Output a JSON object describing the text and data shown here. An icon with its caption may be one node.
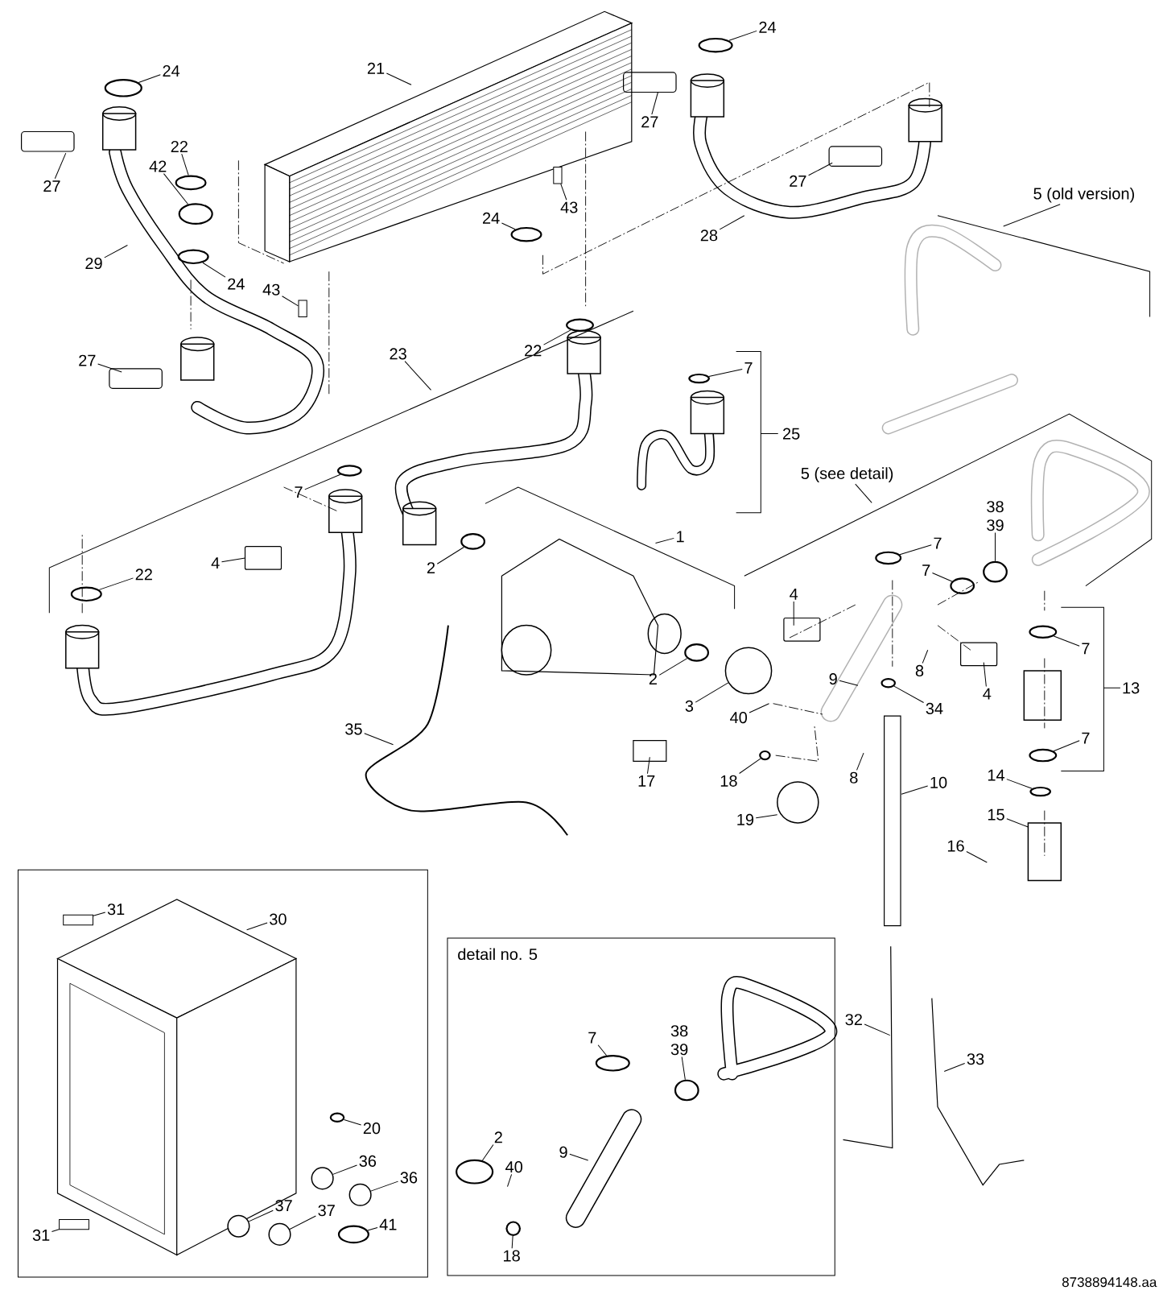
{
  "diagram": {
    "nodes": [
      {
        "text": [
          "24"
        ]
      },
      {
        "text": [
          "27"
        ]
      },
      {
        "text": [
          "22"
        ]
      },
      {
        "text": [
          "42"
        ]
      },
      {
        "text": [
          "29"
        ]
      },
      {
        "text": [
          "24"
        ]
      },
      {
        "text": [
          "21"
        ]
      },
      {
        "text": [
          "43"
        ]
      },
      {
        "text": [
          "24"
        ]
      },
      {
        "text": [
          "43"
        ]
      },
      {
        "text": [
          "27"
        ]
      },
      {
        "text": [
          "24"
        ]
      },
      {
        "text": [
          "27"
        ]
      },
      {
        "text": [
          "28"
        ]
      },
      {
        "text": [
          "5 (old version)"
        ]
      },
      {
        "text": [
          "27"
        ]
      },
      {
        "text": [
          "23"
        ]
      },
      {
        "text": [
          "22"
        ]
      },
      {
        "text": [
          "7"
        ]
      },
      {
        "text": [
          "25"
        ]
      },
      {
        "text": [
          "5 (see detail)"
        ]
      },
      {
        "text": [
          "7"
        ]
      },
      {
        "text": [
          "4"
        ]
      },
      {
        "text": [
          "22"
        ]
      },
      {
        "text": [
          "2"
        ]
      },
      {
        "text": [
          "1"
        ]
      },
      {
        "text": [
          "7"
        ]
      },
      {
        "text": [
          "7"
        ]
      },
      {
        "text": [
          "38 39"
        ]
      },
      {
        "text": [
          "4"
        ]
      },
      {
        "text": [
          "7"
        ]
      },
      {
        "text": [
          "2"
        ]
      },
      {
        "text": [
          "9"
        ]
      },
      {
        "text": [
          "8"
        ]
      },
      {
        "text": [
          "4"
        ]
      },
      {
        "text": [
          "34"
        ]
      },
      {
        "text": [
          "13"
        ]
      },
      {
        "text": [
          "3"
        ]
      },
      {
        "text": [
          "40"
        ]
      },
      {
        "text": [
          "35"
        ]
      },
      {
        "text": [
          "7"
        ]
      },
      {
        "text": [
          "17"
        ]
      },
      {
        "text": [
          "18"
        ]
      },
      {
        "text": [
          "8"
        ]
      },
      {
        "text": [
          "10"
        ]
      },
      {
        "text": [
          "14"
        ]
      },
      {
        "text": [
          "19"
        ]
      },
      {
        "text": [
          "15"
        ]
      },
      {
        "text": [
          "16"
        ]
      },
      {
        "text": [],
        "shape": "box"
      },
      {
        "text": [
          "31"
        ],
        "in": 49
      },
      {
        "text": [
          "30"
        ],
        "in": 49
      },
      {
        "text": [
          "20"
        ],
        "in": 49
      },
      {
        "text": [
          "36"
        ],
        "in": 49
      },
      {
        "text": [
          "36"
        ],
        "in": 49
      },
      {
        "text": [
          "37"
        ],
        "in": 49
      },
      {
        "text": [
          "37"
        ],
        "in": 49
      },
      {
        "text": [
          "41"
        ],
        "in": 49
      },
      {
        "text": [
          "31"
        ],
        "in": 49
      },
      {
        "text": [
          "detail no. 5"
        ]
      },
      {
        "text": [
          "7"
        ],
        "in": 59
      },
      {
        "text": [
          "38 39"
        ],
        "in": 59
      },
      {
        "text": [
          "2"
        ],
        "in": 59
      },
      {
        "text": [
          "40"
        ],
        "in": 59
      },
      {
        "text": [
          "9"
        ],
        "in": 59
      },
      {
        "text": [
          "18"
        ],
        "in": 59
      },
      {
        "text": [
          "32"
        ]
      },
      {
        "text": [
          "33"
        ]
      },
      {
        "text": [],
        "shape": "ring"
      },
      {
        "text": [],
        "shape": "ring"
      },
      {
        "text": [],
        "shape": "ring"
      },
      {
        "text": [],
        "shape": "ring"
      },
      {
        "text": [],
        "shape": "ring"
      },
      {
        "text": [],
        "shape": "ring"
      },
      {
        "text": [],
        "shape": "ring"
      },
      {
        "text": [],
        "shape": "ring"
      },
      {
        "text": [],
        "shape": "ring"
      },
      {
        "text": [],
        "shape": "ring"
      },
      {
        "text": [],
        "shape": "ring"
      },
      {
        "text": [],
        "shape": "ring"
      },
      {
        "text": [],
        "shape": "ring"
      },
      {
        "text": [],
        "shape": "ring"
      },
      {
        "text": [],
        "shape": "ring"
      },
      {
        "text": [],
        "shape": "ring"
      },
      {
        "text": [],
        "shape": "ring"
      },
      {
        "text": [],
        "shape": "ring"
      },
      {
        "text": [],
        "shape": "ring"
      },
      {
        "text": [],
        "shape": "ring"
      },
      {
        "text": [],
        "shape": "ring",
        "in": 49
      },
      {
        "text": [],
        "shape": "ring",
        "in": 49
      },
      {
        "text": [],
        "shape": "ring",
        "in": 59
      },
      {
        "text": [],
        "shape": "ring",
        "in": 59
      },
      {
        "text": [],
        "shape": "ring",
        "in": 59
      },
      {
        "text": [],
        "shape": "ring",
        "in": 59
      },
      {
        "text": [],
        "shape": "box"
      },
      {
        "text": [],
        "shape": "box"
      },
      {
        "text": [],
        "shape": "circle"
      },
      {
        "text": [],
        "shape": "circle",
        "in": 49
      },
      {
        "text": [],
        "shape": "circle",
        "in": 49
      },
      {
        "text": [],
        "shape": "circle",
        "in": 49
      },
      {
        "text": [],
        "shape": "circle",
        "in": 49
      },
      {
        "text": [],
        "shape": "box",
        "in": 49
      },
      {
        "text": [],
        "shape": "box",
        "in": 49
      }
    ],
    "edges": [
      {
        "from": 0,
        "to": 68,
        "arrow": "none"
      },
      {
        "from": 1,
        "to": null,
        "arrow": "none"
      },
      {
        "from": 2,
        "to": 69,
        "arrow": "none"
      },
      {
        "from": 3,
        "to": 70,
        "arrow": "none"
      },
      {
        "from": 4,
        "to": null,
        "arrow": "none"
      },
      {
        "from": 5,
        "to": 71,
        "arrow": "none"
      },
      {
        "from": 6,
        "to": null,
        "arrow": "none"
      },
      {
        "from": 7,
        "to": 94,
        "arrow": "none"
      },
      {
        "from": 8,
        "to": 72,
        "arrow": "none"
      },
      {
        "from": 9,
        "to": 95,
        "arrow": "none"
      },
      {
        "from": 10,
        "to": null,
        "arrow": "none"
      },
      {
        "from": 11,
        "to": 73,
        "arrow": "none"
      },
      {
        "from": 12,
        "to": null,
        "arrow": "none"
      },
      {
        "from": 13,
        "to": null,
        "arrow": "none"
      },
      {
        "from": 14,
        "to": null,
        "arrow": "none"
      },
      {
        "from": 15,
        "to": null,
        "arrow": "none"
      },
      {
        "from": 16,
        "to": null,
        "arrow": "none"
      },
      {
        "from": 17,
        "to": 74,
        "arrow": "none"
      },
      {
        "from": 18,
        "to": 75,
        "arrow": "none"
      },
      {
        "from": 20,
        "to": null,
        "arrow": "none"
      },
      {
        "from": 21,
        "to": 76,
        "arrow": "none"
      },
      {
        "from": 22,
        "to": null,
        "arrow": "none"
      },
      {
        "from": 23,
        "to": 77,
        "arrow": "none"
      },
      {
        "from": 24,
        "to": 78,
        "arrow": "none"
      },
      {
        "from": 25,
        "to": null,
        "arrow": "none"
      },
      {
        "from": 26,
        "to": 79,
        "arrow": "none"
      },
      {
        "from": 27,
        "to": 80,
        "arrow": "none"
      },
      {
        "from": 28,
        "to": 81,
        "arrow": "none"
      },
      {
        "from": 29,
        "to": null,
        "arrow": "none"
      },
      {
        "from": 30,
        "to": 82,
        "arrow": "none"
      },
      {
        "from": 31,
        "to": 83,
        "arrow": "none"
      },
      {
        "from": 32,
        "to": null,
        "arrow": "none"
      },
      {
        "from": 33,
        "to": null,
        "arrow": "none"
      },
      {
        "from": 34,
        "to": null,
        "arrow": "none"
      },
      {
        "from": 35,
        "to": 84,
        "arrow": "none"
      },
      {
        "from": 37,
        "to": 96,
        "arrow": "none"
      },
      {
        "from": 38,
        "to": null,
        "arrow": "none"
      },
      {
        "from": 39,
        "to": null,
        "arrow": "none"
      },
      {
        "from": 40,
        "to": 85,
        "arrow": "none"
      },
      {
        "from": 41,
        "to": null,
        "arrow": "none"
      },
      {
        "from": 42,
        "to": 86,
        "arrow": "none"
      },
      {
        "from": 43,
        "to": null,
        "arrow": "none"
      },
      {
        "from": 44,
        "to": null,
        "arrow": "none"
      },
      {
        "from": 45,
        "to": 87,
        "arrow": "none"
      },
      {
        "from": 46,
        "to": null,
        "arrow": "none"
      },
      {
        "from": 47,
        "to": null,
        "arrow": "none"
      },
      {
        "from": 48,
        "to": null,
        "arrow": "none"
      },
      {
        "from": 50,
        "to": 101,
        "arrow": "none"
      },
      {
        "from": 51,
        "to": null,
        "arrow": "none"
      },
      {
        "from": 52,
        "to": 88,
        "arrow": "none"
      },
      {
        "from": 53,
        "to": 97,
        "arrow": "none"
      },
      {
        "from": 54,
        "to": 98,
        "arrow": "none"
      },
      {
        "from": 55,
        "to": 99,
        "arrow": "none"
      },
      {
        "from": 56,
        "to": 100,
        "arrow": "none"
      },
      {
        "from": 57,
        "to": 89,
        "arrow": "none"
      },
      {
        "from": 58,
        "to": 102,
        "arrow": "none"
      },
      {
        "from": 60,
        "to": 90,
        "arrow": "none"
      },
      {
        "from": 61,
        "to": 91,
        "arrow": "none"
      },
      {
        "from": 62,
        "to": 92,
        "arrow": "none"
      },
      {
        "from": 63,
        "to": null,
        "arrow": "none"
      },
      {
        "from": 64,
        "to": null,
        "arrow": "none"
      },
      {
        "from": 65,
        "to": 93,
        "arrow": "none"
      },
      {
        "from": 66,
        "to": null,
        "arrow": "none"
      },
      {
        "from": 67,
        "to": null,
        "arrow": "none"
      }
    ],
    "labels": [
      "8738894148.aa"
    ]
  }
}
